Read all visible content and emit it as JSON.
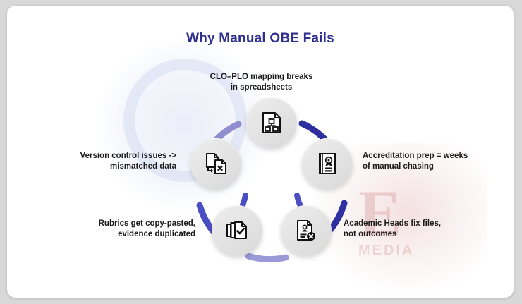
{
  "title": "Why Manual OBE Fails",
  "colors": {
    "title": "#2e2f8f",
    "arc_dark": "#2f30a0",
    "arc_mid": "#4b4fc4",
    "arc_light": "#9a9ad8",
    "arc_lavender": "#8f8fd0",
    "circle": "#e4e4e4",
    "label_text": "#1c1c1c",
    "page_background": "#ffffff",
    "outer_background": "#d8d8d8",
    "watermark_red": "#ce8080",
    "watermark_blue": "#bcc6eb"
  },
  "watermark": {
    "letter": "E",
    "word": "MEDIA"
  },
  "nodes": [
    {
      "id": "clo-plo-mapping",
      "position": "top",
      "icon": "document-hierarchy-icon",
      "label": "CLO–PLO mapping breaks\nin spreadsheets",
      "arc_color": "#2f30a0"
    },
    {
      "id": "accreditation-prep",
      "position": "right",
      "icon": "certificate-award-icon",
      "label": "Accreditation prep = weeks\nof manual chasing",
      "arc_color": "#9a9ad8"
    },
    {
      "id": "academic-heads",
      "position": "bottom-right",
      "icon": "document-user-error-icon",
      "label": "Academic Heads fix files,\nnot outcomes",
      "arc_color": "#2f30a0"
    },
    {
      "id": "rubrics-copy-pasted",
      "position": "bottom-left",
      "icon": "stacked-documents-check-icon",
      "label": "Rubrics get copy-pasted,\nevidence duplicated",
      "arc_color": "#4b4fc4"
    },
    {
      "id": "version-control",
      "position": "left",
      "icon": "document-swap-error-icon",
      "label": "Version control issues ->\nmismatched data",
      "arc_color": "#8f8fd0"
    }
  ]
}
